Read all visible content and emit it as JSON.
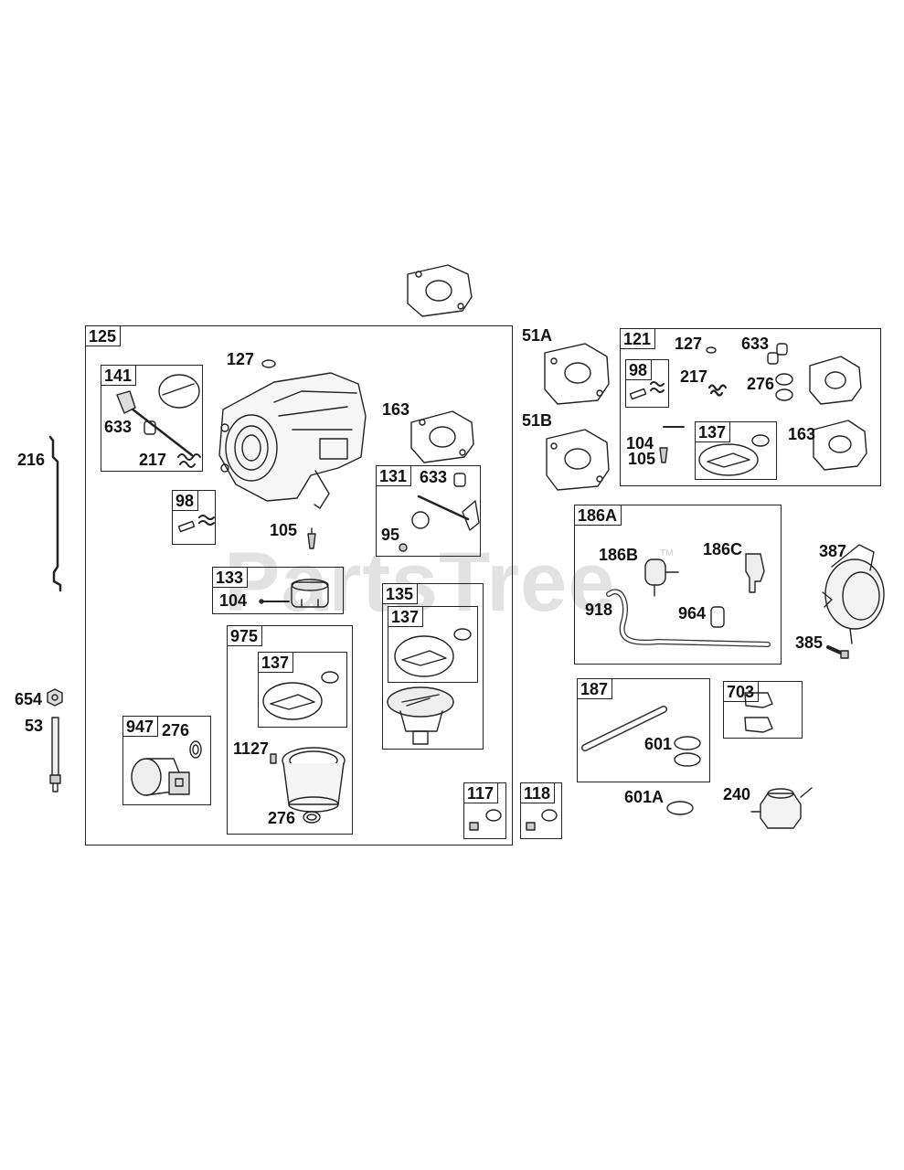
{
  "watermark": {
    "text": "PartsTree",
    "tm": "TM"
  },
  "boxes": {
    "b125": "125",
    "b141": "141",
    "b98a": "98",
    "b133": "133",
    "b975": "975",
    "b137a": "137",
    "b131": "131",
    "b135": "135",
    "b137b": "137",
    "b947": "947",
    "b117": "117",
    "b118": "118",
    "b121": "121",
    "b98b": "98",
    "b137c": "137",
    "b186A": "186A",
    "b187": "187",
    "b703": "703"
  },
  "labels": {
    "l127a": "127",
    "l633a": "633",
    "l217a": "217",
    "l163a": "163",
    "l633b": "633",
    "l95": "95",
    "l105a": "105",
    "l104a": "104",
    "l276a": "276",
    "l1127": "1127",
    "l276b": "276",
    "l216": "216",
    "l654": "654",
    "l53": "53",
    "l51A": "51A",
    "l51B": "51B",
    "l127b": "127",
    "l633c": "633",
    "l217b": "217",
    "l276c": "276",
    "l104b": "104",
    "l105b": "105",
    "l163b": "163",
    "l186B": "186B",
    "l186C": "186C",
    "l918": "918",
    "l964": "964",
    "l387": "387",
    "l385": "385",
    "l601": "601",
    "l601A": "601A",
    "l240": "240"
  }
}
